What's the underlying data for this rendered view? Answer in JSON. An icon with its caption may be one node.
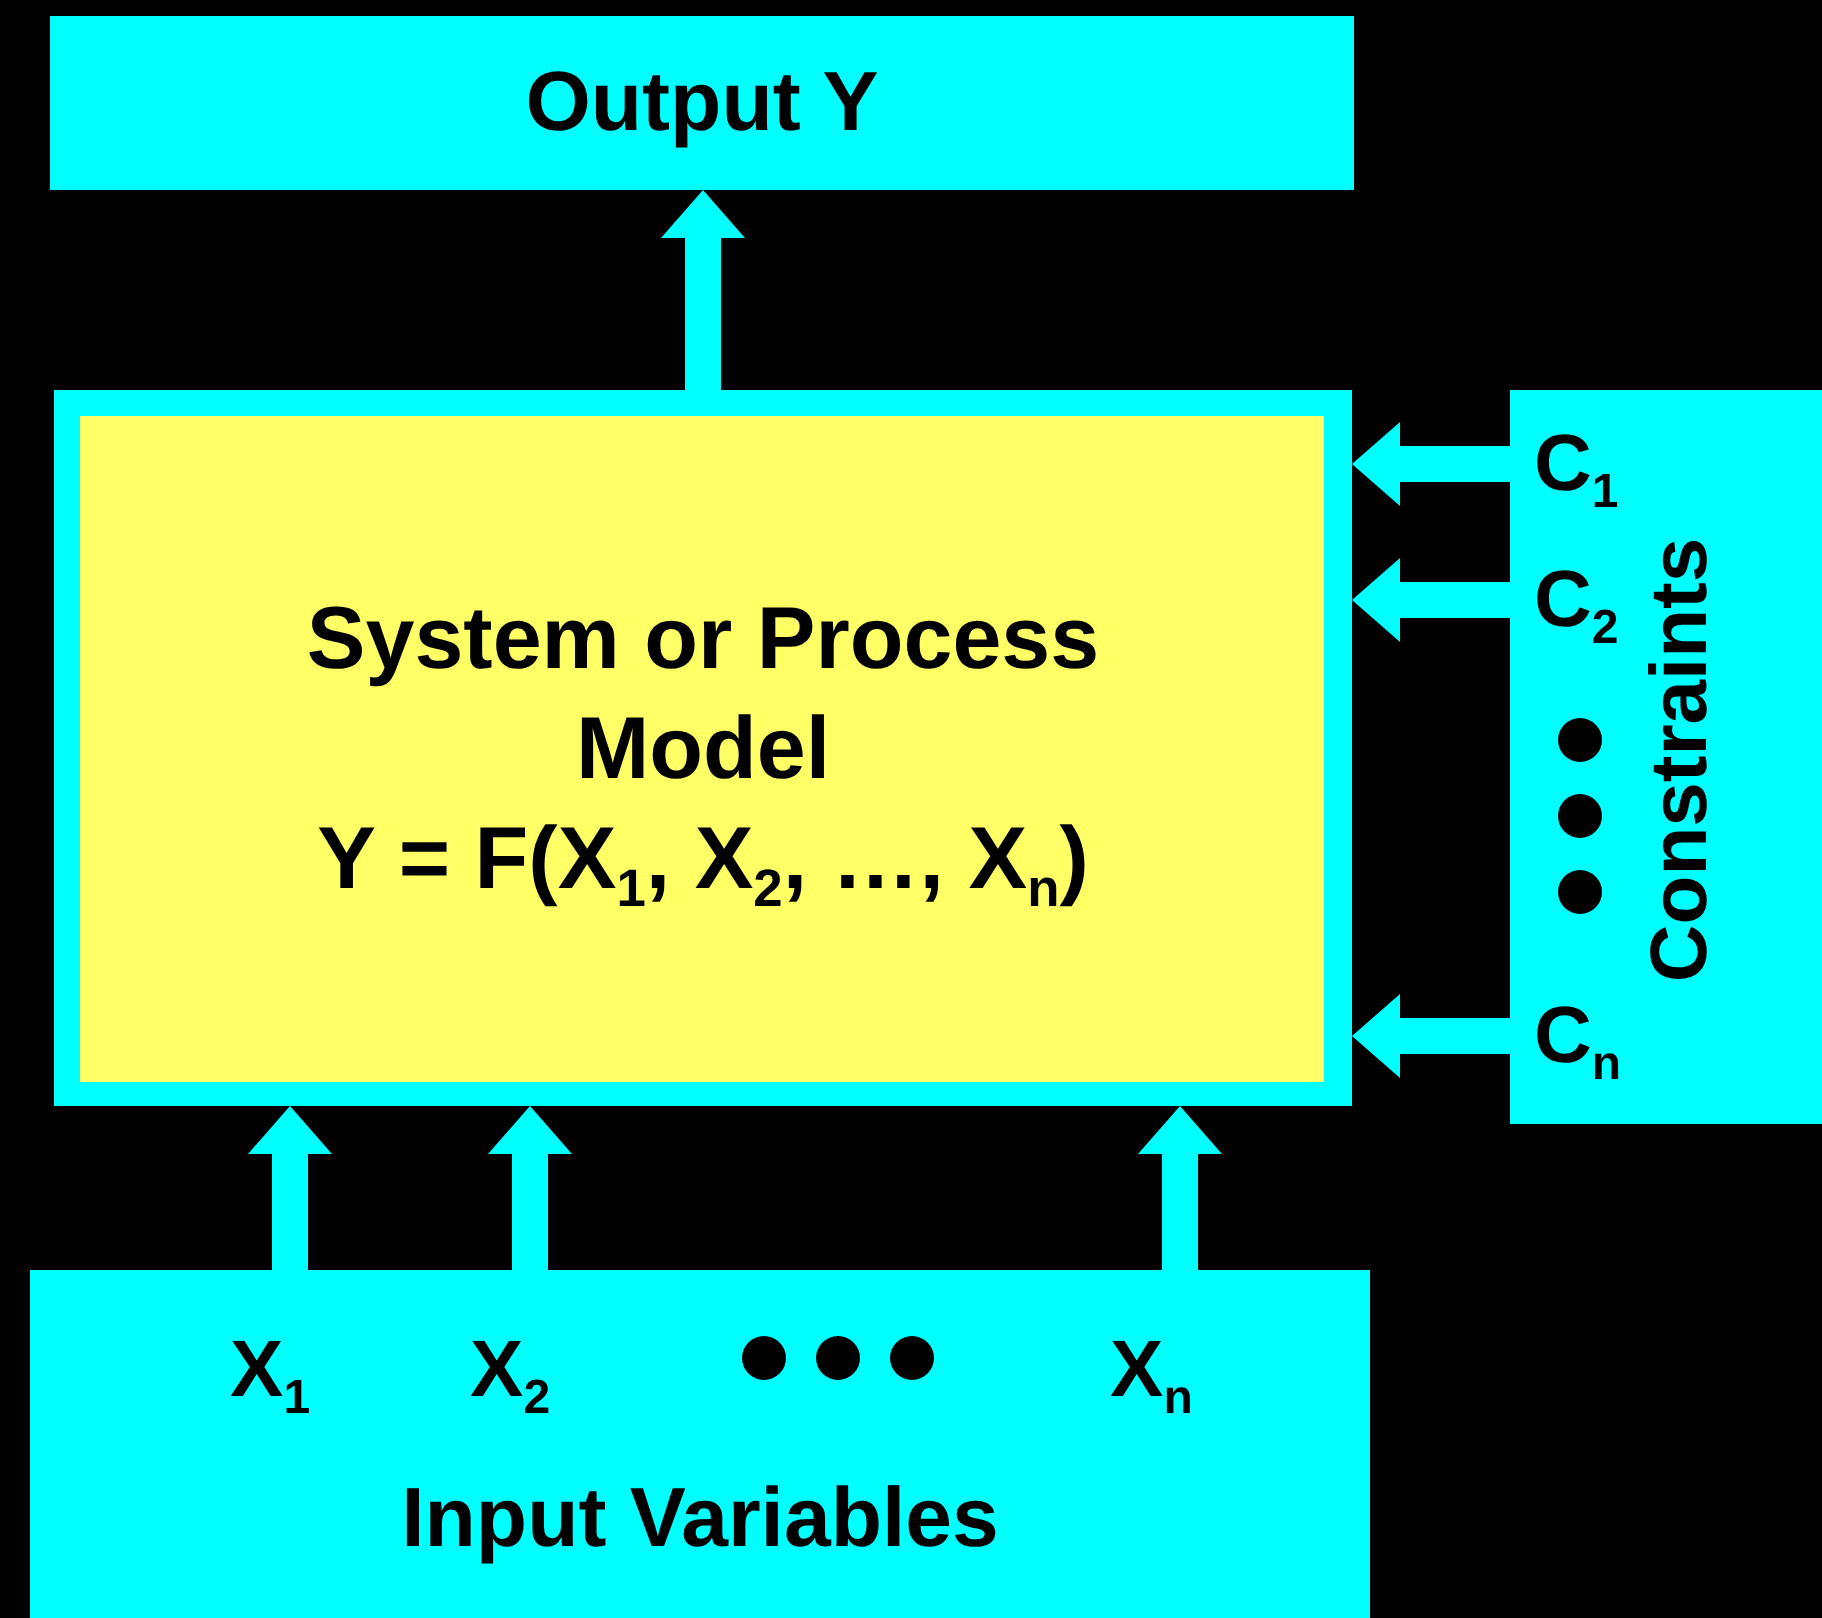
{
  "diagram": {
    "nodes": [
      {
        "text": [
          "Output Y"
        ]
      },
      {
        "text": [
          "System or Process Model",
          "Y = F(X$_{1}$, X$_{2}$, …, X$_{n}$)"
        ]
      },
      {
        "text": [
          "Input Variables"
        ]
      },
      {
        "text": [
          "X$_{1}$"
        ],
        "in": 2
      },
      {
        "text": [
          "X$_{2}$"
        ],
        "in": 2
      },
      {
        "text": [
          "X$_{n}$"
        ],
        "in": 2
      },
      {
        "text": [
          "Constraints"
        ]
      },
      {
        "text": [
          "C$_{1}$"
        ],
        "in": 6
      },
      {
        "text": [
          "C$_{2}$"
        ],
        "in": 6
      },
      {
        "text": [
          "C$_{n}$"
        ],
        "in": 6
      }
    ],
    "edges": [
      {
        "from": 1,
        "to": 0,
        "arrow": "to"
      },
      {
        "from": 3,
        "to": 1,
        "arrow": "to"
      },
      {
        "from": 4,
        "to": 1,
        "arrow": "to"
      },
      {
        "from": 5,
        "to": 1,
        "arrow": "to"
      },
      {
        "from": 7,
        "to": 1,
        "arrow": "to"
      },
      {
        "from": 8,
        "to": 1,
        "arrow": "to"
      },
      {
        "from": 9,
        "to": 1,
        "arrow": "to"
      }
    ]
  }
}
